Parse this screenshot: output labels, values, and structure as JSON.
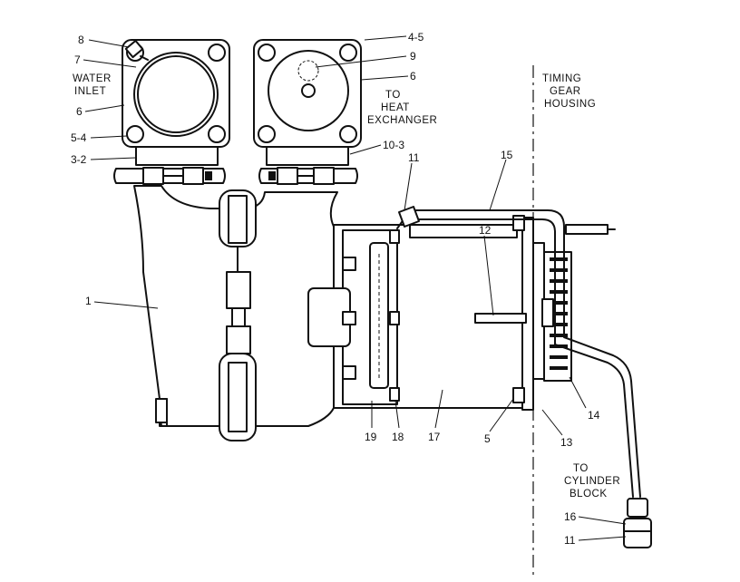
{
  "labels": {
    "water_inlet": [
      "WATER",
      "INLET"
    ],
    "to_heat_exchanger": [
      "TO",
      "HEAT",
      "EXCHANGER"
    ],
    "timing_gear_housing": [
      "TIMING",
      "GEAR",
      "HOUSING"
    ],
    "to_cylinder_block": [
      "TO",
      "CYLINDER",
      "BLOCK"
    ]
  },
  "callouts": [
    {
      "id": "c-8",
      "text": "8"
    },
    {
      "id": "c-7",
      "text": "7"
    },
    {
      "id": "c-6a",
      "text": "6"
    },
    {
      "id": "c-5-4",
      "text": "5-4"
    },
    {
      "id": "c-3-2",
      "text": "3-2"
    },
    {
      "id": "c-4-5",
      "text": "4-5"
    },
    {
      "id": "c-9",
      "text": "9"
    },
    {
      "id": "c-6b",
      "text": "6"
    },
    {
      "id": "c-10-3",
      "text": "10-3"
    },
    {
      "id": "c-11a",
      "text": "11"
    },
    {
      "id": "c-15",
      "text": "15"
    },
    {
      "id": "c-12",
      "text": "12"
    },
    {
      "id": "c-1",
      "text": "1"
    },
    {
      "id": "c-14",
      "text": "14"
    },
    {
      "id": "c-19",
      "text": "19"
    },
    {
      "id": "c-18",
      "text": "18"
    },
    {
      "id": "c-17",
      "text": "17"
    },
    {
      "id": "c-5",
      "text": "5"
    },
    {
      "id": "c-13",
      "text": "13"
    },
    {
      "id": "c-16",
      "text": "16"
    },
    {
      "id": "c-11b",
      "text": "11"
    }
  ]
}
